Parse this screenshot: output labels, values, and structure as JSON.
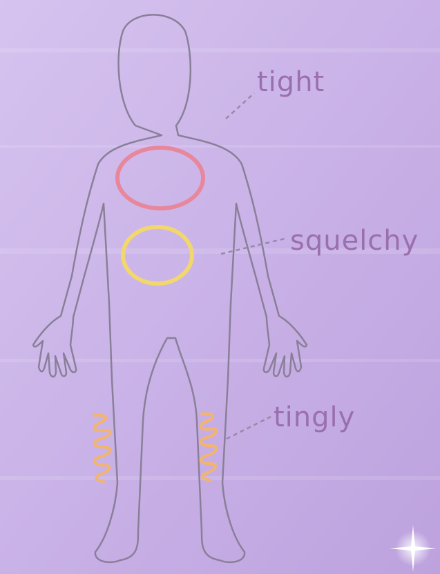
{
  "labels": {
    "tight": "tight",
    "squelchy": "squelchy",
    "tingly": "tingly"
  },
  "colors": {
    "background_light": "#d9c7f0",
    "background_dark": "#bea4e0",
    "outline": "#8a7f98",
    "chest_ring": "#e8869b",
    "stomach_ring": "#f2d66e",
    "legs_squiggle": "#f3b46c",
    "label_text": "#9a6fae",
    "leader_line": "#9a87aa"
  },
  "icons": {
    "figure": "child-body-outline-icon",
    "sparkle": "sparkle-icon"
  }
}
